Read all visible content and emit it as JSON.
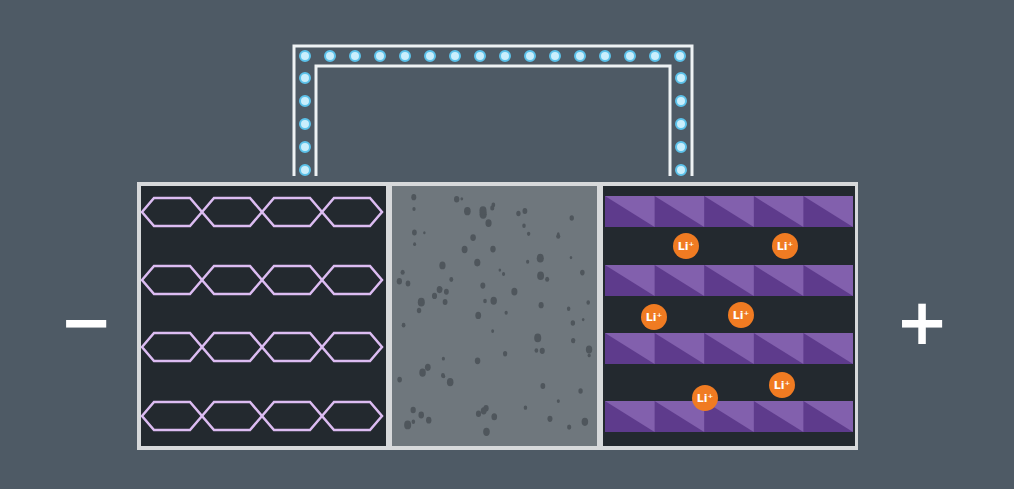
{
  "diagram": {
    "nodes": [
      {
        "text": [
          "Li⁺"
        ]
      },
      {
        "text": [
          "Li⁺"
        ]
      },
      {
        "text": [
          "Li⁺"
        ]
      },
      {
        "text": [
          "Li⁺"
        ]
      },
      {
        "text": [
          "Li⁺"
        ]
      },
      {
        "text": [
          "Li⁺"
        ]
      }
    ],
    "labels": [
      "−",
      "+"
    ]
  }
}
